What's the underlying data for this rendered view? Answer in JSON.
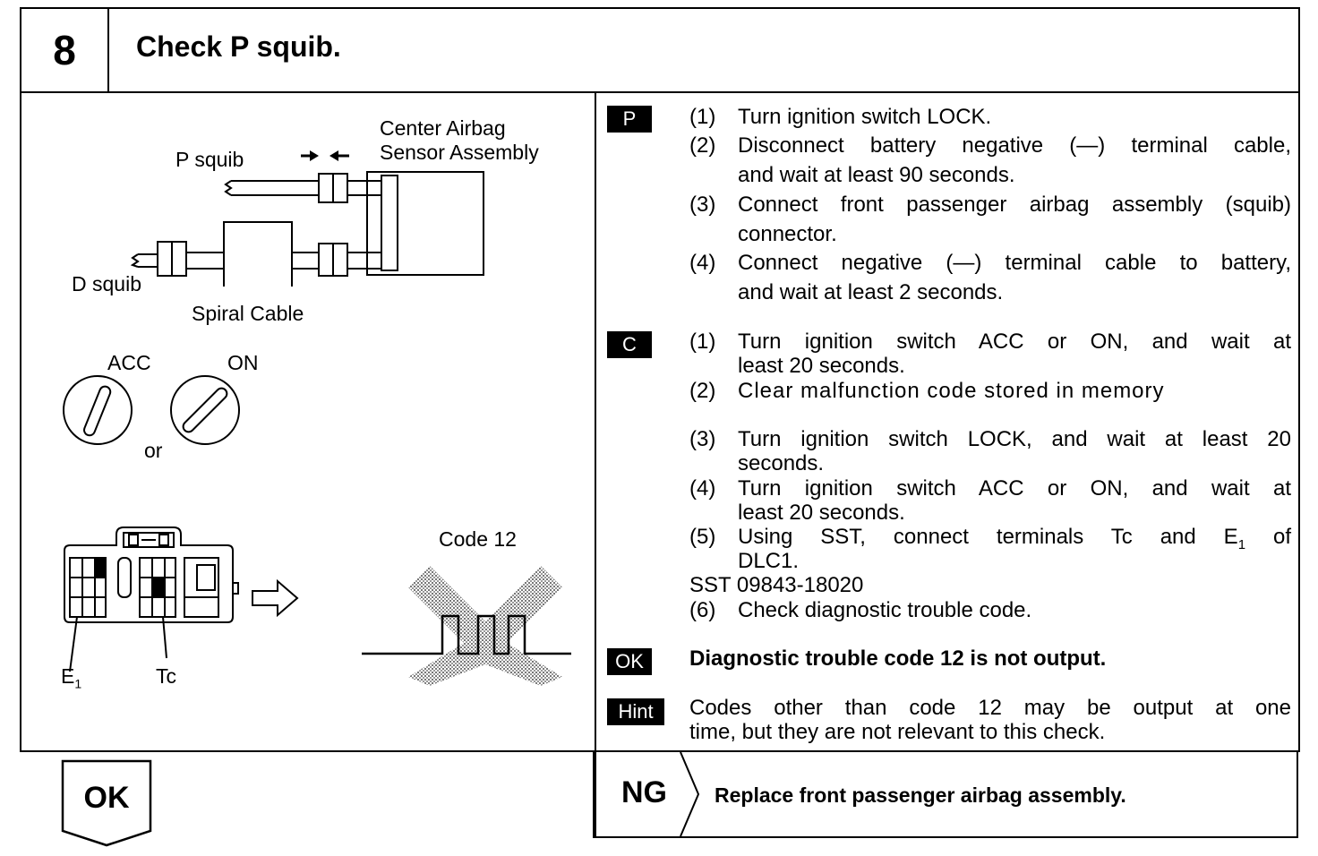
{
  "header": {
    "step_number": "8",
    "title": "Check P squib."
  },
  "diagram": {
    "center_airbag_line1": "Center Airbag",
    "center_airbag_line2": "Sensor Assembly",
    "p_squib": "P squib",
    "d_squib": "D squib",
    "spiral_cable": "Spiral Cable",
    "acc": "ACC",
    "on": "ON",
    "or": "or",
    "code12": "Code 12",
    "e1": "E",
    "e1_sub": "1",
    "tc": "Tc"
  },
  "badges": {
    "p": "P",
    "c": "C",
    "ok": "OK",
    "hint": "Hint"
  },
  "p_steps": [
    {
      "num": "(1)",
      "text": "Turn ignition switch LOCK."
    },
    {
      "num": "(2)",
      "line1": "Disconnect battery negative (—) terminal cable,",
      "line2": "and wait at least 90 seconds."
    },
    {
      "num": "(3)",
      "line1": "Connect front passenger airbag assembly (squib)",
      "line2": "connector."
    },
    {
      "num": "(4)",
      "line1": "Connect negative (—) terminal cable to battery,",
      "line2": "and wait at least 2 seconds."
    }
  ],
  "c_steps": [
    {
      "num": "(1)",
      "line1": "Turn ignition switch ACC or ON, and wait at",
      "line2": "least 20 seconds."
    },
    {
      "num": "(2)",
      "text": "Clear malfunction code stored in memory"
    },
    {
      "num": "(3)",
      "line1": "Turn ignition switch LOCK, and wait at least 20",
      "line2": "seconds."
    },
    {
      "num": "(4)",
      "line1": "Turn ignition switch ACC or ON, and wait at",
      "line2": "least 20 seconds."
    },
    {
      "num": "(5)",
      "line1_pre": "Using SST, connect terminals Tc and E",
      "line1_sub": "1",
      "line1_post": " of",
      "line2": "DLC1."
    },
    {
      "sst": "SST 09843-18020"
    },
    {
      "num": "(6)",
      "text": "Check diagnostic trouble code."
    }
  ],
  "ok_text": "Diagnostic trouble code 12 is not output.",
  "hint_line1": "Codes other than code 12 may be output at one",
  "hint_line2": "time, but they are not relevant to this check.",
  "footer": {
    "ok": "OK",
    "ng": "NG",
    "ng_text": "Replace front passenger airbag assembly."
  }
}
